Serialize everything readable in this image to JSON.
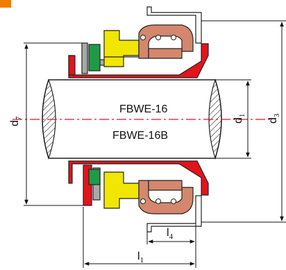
{
  "labels": {
    "model_top": "FBWE-16",
    "model_bottom": "FBWE-16B"
  },
  "dimensions": {
    "d7": {
      "main": "d",
      "sub": "7"
    },
    "d1": {
      "main": "d",
      "sub": "1"
    },
    "d3": {
      "main": "d",
      "sub": "3"
    },
    "l4": {
      "main": "l",
      "sub": "4"
    },
    "l1": {
      "main": "l",
      "sub": "1"
    }
  },
  "colors": {
    "corner_tab": "#f07d00",
    "housing": "#e3141b",
    "seat": "#1f9a47",
    "seal_face": "#f1e600",
    "bellows": "#d4876c",
    "gray_part": "#a9a9a9",
    "centerline": "#e3141b",
    "outline": "#222222"
  }
}
